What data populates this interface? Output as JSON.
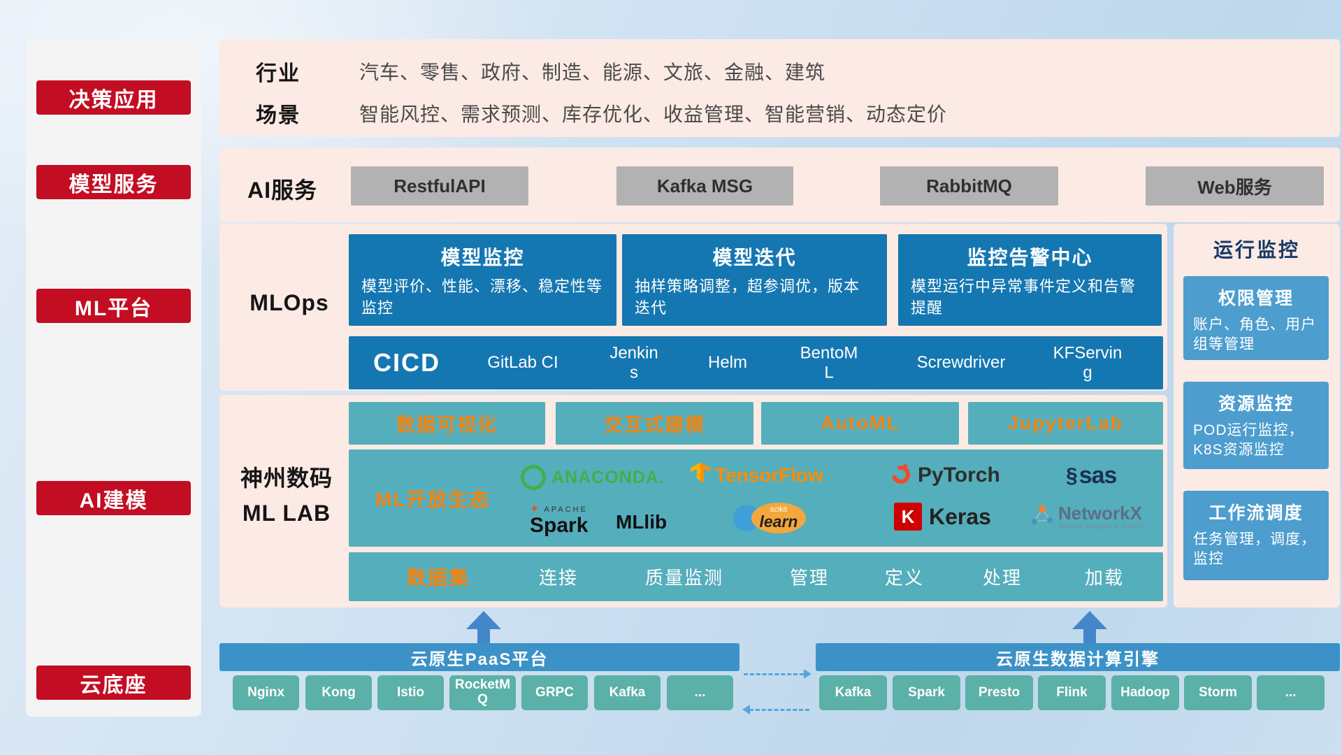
{
  "colors": {
    "accent_red": "#c30d23",
    "panel_pink": "#fceae4",
    "deep_blue": "#1577b1",
    "light_blue": "#4d9dce",
    "teal": "#55aebb",
    "teal_green": "#5bb0a7",
    "bar_blue": "#3c92c7",
    "orange": "#f5830f"
  },
  "sidebar": {
    "items": [
      "决策应用",
      "模型服务",
      "ML平台",
      "AI建模",
      "云底座"
    ]
  },
  "industry": {
    "label": "行业",
    "text": "汽车、零售、政府、制造、能源、文旅、金融、建筑"
  },
  "scene": {
    "label": "场景",
    "text": "智能风控、需求预测、库存优化、收益管理、智能营销、动态定价"
  },
  "ai_service": {
    "label": "AI服务",
    "buttons": [
      "RestfulAPI",
      "Kafka MSG",
      "RabbitMQ",
      "Web服务"
    ]
  },
  "mlops": {
    "label": "MLOps",
    "cards": [
      {
        "title": "模型监控",
        "desc": "模型评价、性能、漂移、稳定性等监控"
      },
      {
        "title": "模型迭代",
        "desc": "抽样策略调整，超参调优，版本迭代"
      },
      {
        "title": "监控告警中心",
        "desc": "模型运行中异常事件定义和告警提醒"
      }
    ],
    "cicd_title": "CICD",
    "cicd_items": [
      "GitLab CI",
      "Jenkins",
      "Helm",
      "BentoML",
      "Screwdriver",
      "KFServing"
    ]
  },
  "monitor": {
    "title": "运行监控",
    "cards": [
      {
        "title": "权限管理",
        "desc": "账户、角色、用户组等管理"
      },
      {
        "title": "资源监控",
        "desc": "POD运行监控，K8S资源监控"
      },
      {
        "title": "工作流调度",
        "desc": "任务管理，调度，监控"
      }
    ]
  },
  "mllab": {
    "label_line1": "神州数码",
    "label_line2": "ML LAB",
    "tools": [
      "数据可视化",
      "交互式建模",
      "AutoML",
      "JupyterLab"
    ],
    "eco_label": "ML开放生态",
    "logos": {
      "anaconda": "ANACONDA.",
      "tensorflow": "TensorFlow",
      "pytorch": "PyTorch",
      "sas": "sas",
      "apache": "APACHE",
      "spark": "Spark",
      "mllib": "MLlib",
      "scikit_top": "scikit",
      "scikit_main": "learn",
      "keras_mark": "K",
      "keras": "Keras",
      "networkx": "NetworkX",
      "networkx_sub": "Network Analysis in Python"
    },
    "dataset_label": "数据集",
    "dataset_items": [
      "连接",
      "质量监测",
      "管理",
      "定义",
      "处理",
      "加载"
    ]
  },
  "cloud": {
    "paas_title": "云原生PaaS平台",
    "paas_chips": [
      "Nginx",
      "Kong",
      "Istio",
      "RocketMQ",
      "GRPC",
      "Kafka",
      "..."
    ],
    "compute_title": "云原生数据计算引擎",
    "compute_chips": [
      "Kafka",
      "Spark",
      "Presto",
      "Flink",
      "Hadoop",
      "Storm",
      "..."
    ]
  }
}
